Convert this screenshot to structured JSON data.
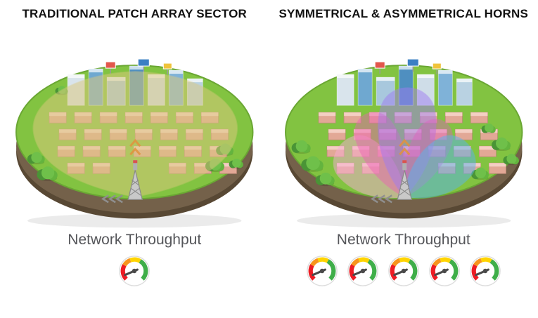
{
  "panels": [
    {
      "title": "TRADITIONAL PATCH ARRAY SECTOR",
      "throughput_label": "Network Throughput",
      "gauges": 1,
      "beam_colors": [
        "#dcc97f"
      ]
    },
    {
      "title": "SYMMETRICAL & ASYMMETRICAL HORNS",
      "throughput_label": "Network Throughput",
      "gauges": 5,
      "beam_colors": [
        "#f6aed4",
        "#ee5eb6",
        "#a07cf0",
        "#e25ec0",
        "#5ab4ef"
      ]
    }
  ],
  "gauge": {
    "arc_colors": {
      "red": "#ed1c24",
      "orange": "#f7941d",
      "yellow": "#ffd400",
      "green": "#3fae49"
    },
    "needle_color": "#4a4a4a",
    "needle_position": "low"
  },
  "island": {
    "grass": "#82c341",
    "soil": "#74614a"
  }
}
